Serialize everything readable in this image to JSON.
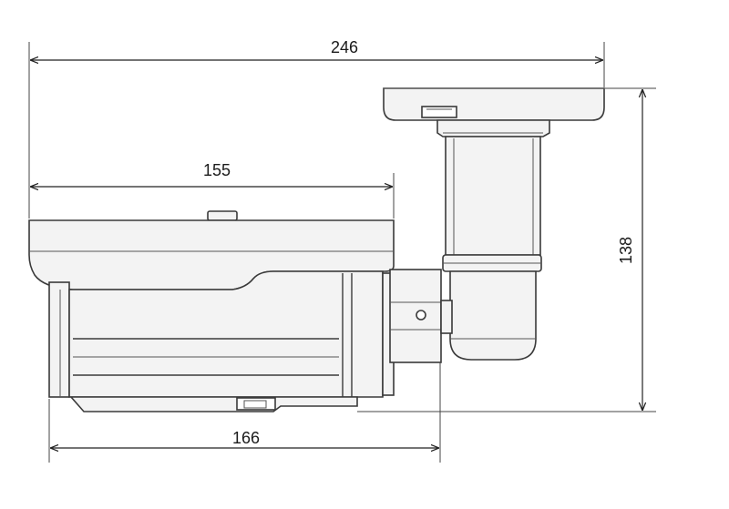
{
  "dimensions": {
    "overall_width": "246",
    "housing_length": "155",
    "body_length": "166",
    "height": "138"
  }
}
